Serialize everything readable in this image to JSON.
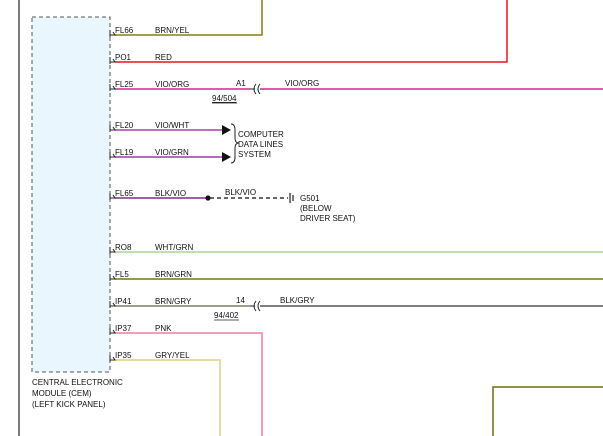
{
  "module": {
    "label_lines": [
      "CENTRAL ELECTRONIC",
      "MODULE (CEM)",
      "(LEFT KICK PANEL)"
    ],
    "fill": "#eaf6fd"
  },
  "pins": [
    {
      "pin": "FL66",
      "wire": "BRN/YEL",
      "color": "#8b7d10"
    },
    {
      "pin": "PO1",
      "wire": "RED",
      "color": "#e8151b"
    },
    {
      "pin": "FL25",
      "wire": "VIO/ORG",
      "color": "#d6238a"
    },
    {
      "pin": "FL20",
      "wire": "VIO/WHT",
      "color": "#a63fae"
    },
    {
      "pin": "FL19",
      "wire": "VIO/GRN",
      "color": "#9b3aa8"
    },
    {
      "pin": "FL65",
      "wire": "BLK/VIO",
      "color": "#7a2f86"
    },
    {
      "pin": "RO8",
      "wire": "WHT/GRN",
      "color": "#9fcc80"
    },
    {
      "pin": "FL5",
      "wire": "BRN/GRN",
      "color": "#6f7a12"
    },
    {
      "pin": "IP41",
      "wire": "BRN/GRY",
      "color": "#7c7c6a"
    },
    {
      "pin": "IP37",
      "wire": "PNK",
      "color": "#f07aa8"
    },
    {
      "pin": "IP35",
      "wire": "GRY/YEL",
      "color": "#d8d47a"
    }
  ],
  "connectors": [
    {
      "pin": "A1",
      "ref": "94/504",
      "wire": "VIO/ORG"
    },
    {
      "pin": "14",
      "ref": "94/402",
      "wire": "BLK/GRY"
    }
  ],
  "computer_data_lines": [
    "COMPUTER",
    "DATA LINES",
    "SYSTEM"
  ],
  "ground": {
    "wire": "BLK/VIO",
    "label_lines": [
      "G501",
      "(BELOW",
      "DRIVER SEAT)"
    ]
  },
  "colors": {
    "blk_gry": "#555555",
    "blk_vio_dash": "#333333",
    "dark_olive": "#6b6a10"
  }
}
